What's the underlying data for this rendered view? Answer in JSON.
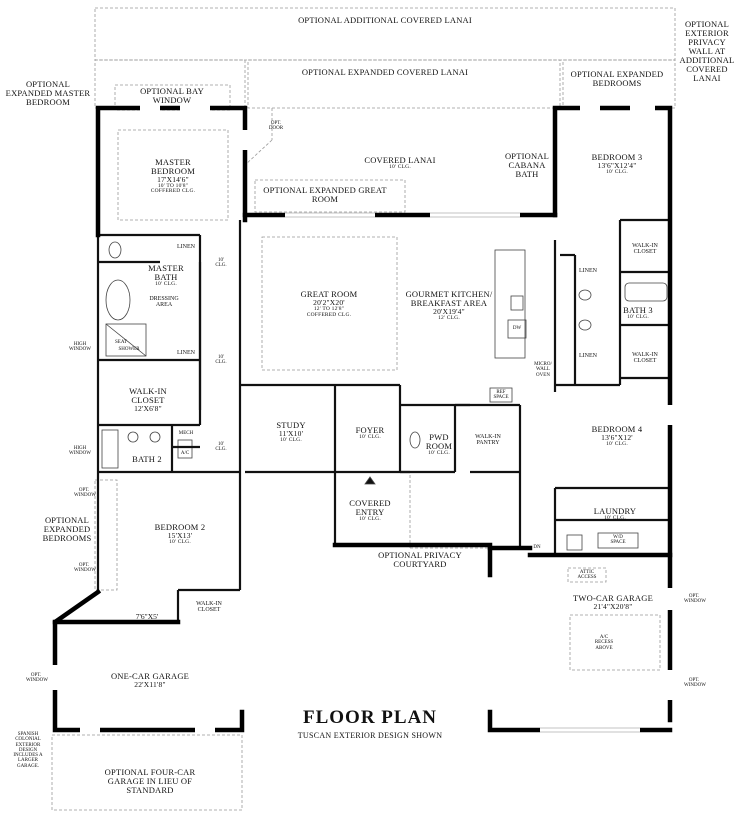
{
  "title": "FLOOR PLAN",
  "subtitle": "TUSCAN EXTERIOR DESIGN SHOWN",
  "rooms": {
    "master_bedroom": {
      "name": "MASTER BEDROOM",
      "size": "17'X14'6\"",
      "ceiling": "10' TO 10'8\" COFFERED CLG."
    },
    "master_bath": {
      "name": "MASTER BATH",
      "ceiling": "10' CLG."
    },
    "dressing_area": {
      "name": "DRESSING AREA"
    },
    "seat": "SEAT",
    "shower": "SHOWER",
    "walk_in_closet_master": {
      "name": "WALK-IN CLOSET",
      "size": "12'X6'8\""
    },
    "bath2": {
      "name": "BATH 2"
    },
    "mech": "MECH",
    "ac": "A/C",
    "bedroom2": {
      "name": "BEDROOM 2",
      "size": "15'X13'",
      "ceiling": "10' CLG."
    },
    "walk_in_closet_bed2": {
      "name": "WALK-IN CLOSET"
    },
    "storage": {
      "size": "7'6\"X5'"
    },
    "one_car_garage": {
      "name": "ONE-CAR GARAGE",
      "size": "22'X11'8\""
    },
    "great_room": {
      "name": "GREAT ROOM",
      "size": "20'2\"X20'",
      "ceiling": "12' TO 12'8\" COFFERED CLG."
    },
    "kitchen": {
      "name": "GOURMET KITCHEN/ BREAKFAST AREA",
      "size": "20'X19'4\"",
      "ceiling": "12' CLG."
    },
    "dw": "DW",
    "micro": "MICRO/ WALL OVEN",
    "ref": "REF SPACE",
    "covered_lanai": {
      "name": "COVERED LANAI",
      "ceiling": "10' CLG."
    },
    "study": {
      "name": "STUDY",
      "size": "11'X10'",
      "ceiling": "10' CLG."
    },
    "foyer": {
      "name": "FOYER",
      "ceiling": "10' CLG."
    },
    "pwd": {
      "name": "PWD ROOM",
      "ceiling": "10' CLG."
    },
    "pantry": {
      "name": "WALK-IN PANTRY"
    },
    "covered_entry": {
      "name": "COVERED ENTRY",
      "ceiling": "10' CLG."
    },
    "bedroom3": {
      "name": "BEDROOM 3",
      "size": "13'6\"X12'4\"",
      "ceiling": "10' CLG."
    },
    "walk_in_closet_bed3": {
      "name": "WALK-IN CLOSET"
    },
    "bath3": {
      "name": "BATH 3",
      "ceiling": "10' CLG."
    },
    "walk_in_closet_bed4": {
      "name": "WALK-IN CLOSET"
    },
    "bedroom4": {
      "name": "BEDROOM 4",
      "size": "13'6\"X12'",
      "ceiling": "10' CLG."
    },
    "laundry": {
      "name": "LAUNDRY",
      "ceiling": "10' CLG."
    },
    "wd": "W/D SPACE",
    "dn": "DN",
    "attic": "ATTIC ACCESS",
    "two_car_garage": {
      "name": "TWO-CAR GARAGE",
      "size": "21'4\"X20'8\""
    },
    "ac_recess": "A/C RECESS ABOVE"
  },
  "small": {
    "linen": "LINEN",
    "ten_clg": "10' CLG.",
    "high_window": "HIGH WINDOW",
    "opt_window": "OPT. WINDOW",
    "opt_door": "OPT. DOOR"
  },
  "options": {
    "additional_lanai": "OPTIONAL ADDITIONAL COVERED LANAI",
    "exterior_wall": "OPTIONAL EXTERIOR PRIVACY WALL AT ADDITIONAL COVERED LANAI",
    "expanded_master": "OPTIONAL EXPANDED MASTER BEDROOM",
    "bay_window": "OPTIONAL BAY WINDOW",
    "expanded_lanai": "OPTIONAL EXPANDED COVERED LANAI",
    "expanded_bedrooms_right": "OPTIONAL EXPANDED BEDROOMS",
    "expanded_great_room": "OPTIONAL EXPANDED GREAT ROOM",
    "cabana_bath": "OPTIONAL CABANA BATH",
    "expanded_bedrooms_left": "OPTIONAL EXPANDED BEDROOMS",
    "privacy_courtyard": "OPTIONAL PRIVACY COURTYARD",
    "four_car_garage": "OPTIONAL FOUR-CAR GARAGE IN LIEU OF STANDARD",
    "spanish_note": "SPANISH COLONIAL EXTERIOR DESIGN INCLUDES A LARGER GARAGE."
  }
}
